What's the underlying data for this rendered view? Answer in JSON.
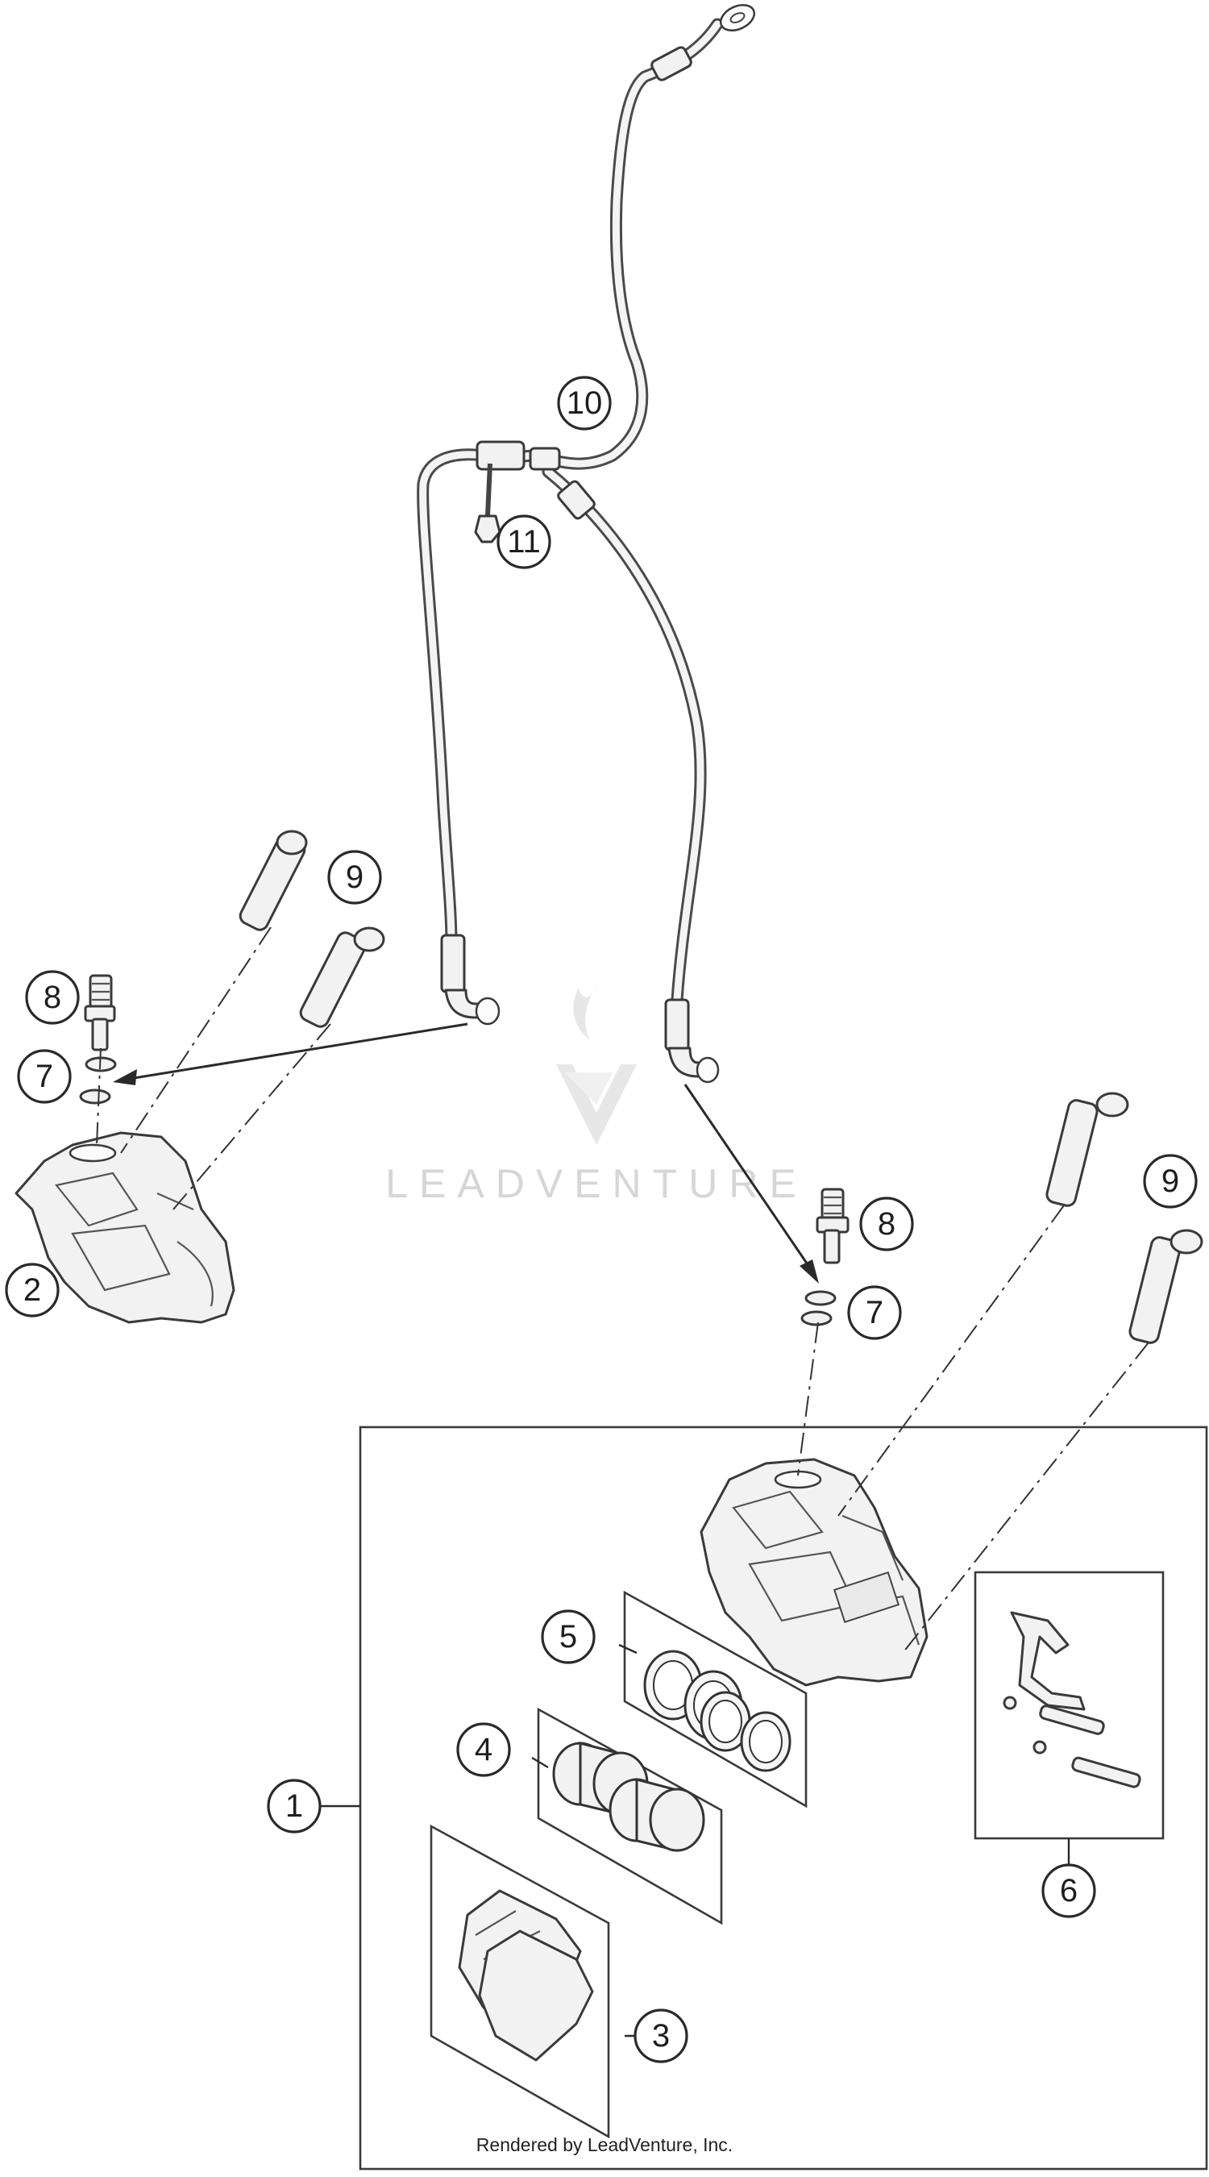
{
  "callouts": [
    {
      "id": "1",
      "label": "1"
    },
    {
      "id": "2",
      "label": "2"
    },
    {
      "id": "3",
      "label": "3"
    },
    {
      "id": "4",
      "label": "4"
    },
    {
      "id": "5",
      "label": "5"
    },
    {
      "id": "6",
      "label": "6"
    },
    {
      "id": "7a",
      "label": "7"
    },
    {
      "id": "7b",
      "label": "7"
    },
    {
      "id": "8a",
      "label": "8"
    },
    {
      "id": "8b",
      "label": "8"
    },
    {
      "id": "9a",
      "label": "9"
    },
    {
      "id": "9b",
      "label": "9"
    },
    {
      "id": "10",
      "label": "10"
    },
    {
      "id": "11",
      "label": "11"
    }
  ],
  "watermark": {
    "text": "LEADVENTURE"
  },
  "credit": {
    "text": "Rendered by LeadVenture, Inc."
  }
}
